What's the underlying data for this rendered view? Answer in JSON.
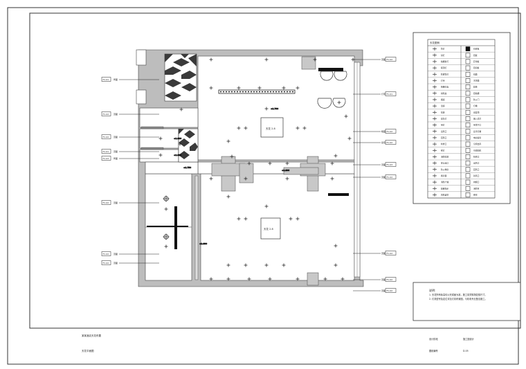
{
  "drawing": {
    "sheet_name": "某某酒店天花布置",
    "sheet_subtitle": "天花平面图",
    "title_block": {
      "label_a": "设计阶段",
      "value_a": "施工图设计",
      "label_b": "图纸编号",
      "value_b": "D-05"
    }
  },
  "legend": {
    "title": "天花图例",
    "left_items": [
      "筒灯",
      "射灯",
      "格栅射灯",
      "吸顶灯",
      "防雾筒灯",
      "灯带",
      "格栅灯盘",
      "排风扇",
      "烟感",
      "温感",
      "喷淋",
      "应急灯",
      "吊灯",
      "出风口",
      "回风口",
      "检修口",
      "壁灯",
      "消防喷淋",
      "安全出口",
      "防火卷帘",
      "扬声器",
      "消防广播",
      "疏散指示",
      "风机盘管"
    ],
    "right_items": [
      "石膏板",
      "铝板",
      "矿棉板",
      "铝扣板",
      "镜面",
      "木饰面",
      "软膜",
      "铝格栅",
      "防火门",
      "灯槽",
      "造型顶",
      "嵌入式灯",
      "吊顶下口",
      "反光灯槽",
      "电动窗帘",
      "空调出风",
      "空调回风",
      "检修口",
      "出风口",
      "回风口",
      "新风口",
      "排烟口",
      "消防栓",
      "卷帘"
    ]
  },
  "notes": {
    "title": "说明:",
    "lines": [
      "1. 天花所有标高均以完成面为准，施工前须现场复核尺寸。",
      "2. 灯具型号及定位详见灯具布置图，与机电专业配合施工。"
    ]
  },
  "callouts": {
    "left": [
      {
        "tag": "FC-01",
        "text": "饰面"
      },
      {
        "tag": "FC-02",
        "text": "顶面"
      },
      {
        "tag": "FC-02",
        "text": "顶面"
      },
      {
        "tag": "FC-01",
        "text": "顶面"
      },
      {
        "tag": "FC-03",
        "text": "饰面"
      },
      {
        "tag": "FC-02",
        "text": "顶面"
      },
      {
        "tag": "FC-02",
        "text": "顶面"
      },
      {
        "tag": "FC-02",
        "text": "顶面"
      }
    ],
    "right": [
      {
        "tag": "FC-02",
        "text": "顶面"
      },
      {
        "tag": "FC-01",
        "text": "灯带"
      },
      {
        "tag": "FC-02",
        "text": "暗藏灯带"
      },
      {
        "tag": "FC-02",
        "text": "窗帘盒"
      },
      {
        "tag": "FC-03",
        "text": "顶面"
      },
      {
        "tag": "FC-02",
        "text": "顶面"
      },
      {
        "tag": "FC-02",
        "text": "顶面"
      },
      {
        "tag": "FC-02",
        "text": "顶面"
      },
      {
        "tag": "FC-02",
        "text": "顶面"
      }
    ]
  },
  "room_labels": {
    "upper_center": "天花 2.8",
    "lower_center": "天花 2.8"
  },
  "elevations": [
    "+2.700",
    "+2.800",
    "+2.600",
    "+2.750",
    "+2.800",
    "+2.600"
  ]
}
